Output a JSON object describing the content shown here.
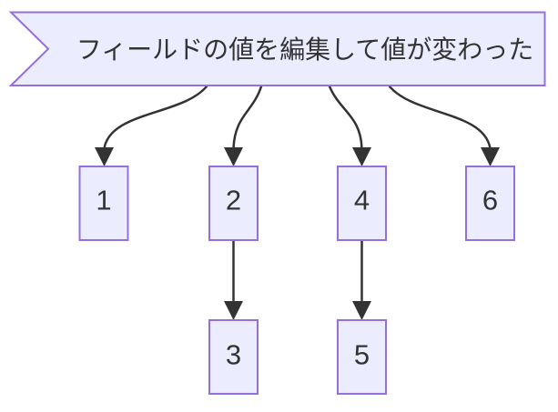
{
  "diagram": {
    "type": "flowchart",
    "direction": "top-down",
    "banner": {
      "id": "banner",
      "shape": "asymmetric-notched-left",
      "label": "フィールドの値を編集して値が変わった"
    },
    "nodes": [
      {
        "id": "n1",
        "label": "1"
      },
      {
        "id": "n2",
        "label": "2"
      },
      {
        "id": "n4",
        "label": "4"
      },
      {
        "id": "n6",
        "label": "6"
      },
      {
        "id": "n3",
        "label": "3"
      },
      {
        "id": "n5",
        "label": "5"
      }
    ],
    "edges": [
      {
        "from": "banner",
        "to": "1",
        "style": "curved-arrow"
      },
      {
        "from": "banner",
        "to": "2",
        "style": "curved-arrow"
      },
      {
        "from": "banner",
        "to": "4",
        "style": "curved-arrow"
      },
      {
        "from": "banner",
        "to": "6",
        "style": "curved-arrow"
      },
      {
        "from": "2",
        "to": "3",
        "style": "straight-arrow"
      },
      {
        "from": "4",
        "to": "5",
        "style": "straight-arrow"
      }
    ]
  },
  "colors": {
    "background": "#ffffff",
    "node_fill": "#ECECFF",
    "node_stroke": "#9370DB",
    "edge_color": "#333333",
    "text_color": "#333333"
  }
}
